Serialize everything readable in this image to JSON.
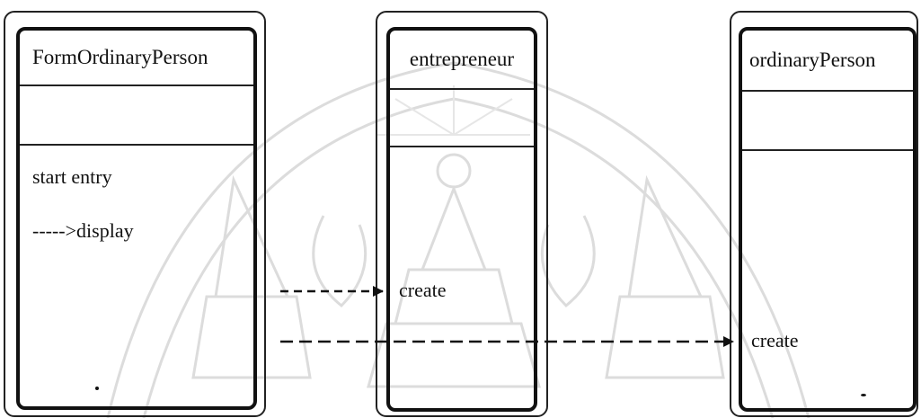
{
  "diagram": {
    "classes": [
      {
        "title": "FormOrdinaryPerson",
        "operations": [
          "start entry",
          "----->display"
        ]
      },
      {
        "title": "entrepreneur",
        "operations": [
          "create"
        ]
      },
      {
        "title": "ordinaryPerson",
        "operations": [
          "create"
        ]
      }
    ],
    "messages": [
      {
        "from": "FormOrdinaryPerson",
        "to": "entrepreneur",
        "label": "create",
        "style": "dashed"
      },
      {
        "from": "FormOrdinaryPerson",
        "to": "ordinaryPerson",
        "label": "create",
        "style": "dashed"
      }
    ],
    "colors": {
      "line": "#111111",
      "watermark": "#d9d9d9"
    }
  }
}
